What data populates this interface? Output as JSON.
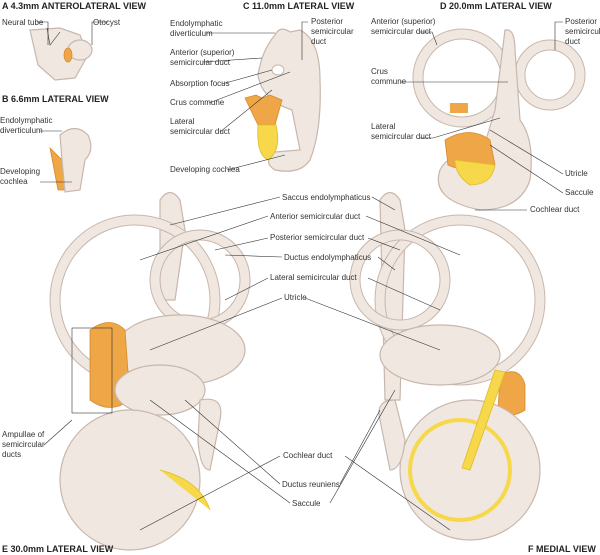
{
  "panels": {
    "A": {
      "title": "A   4.3mm ANTEROLATERAL VIEW",
      "labels": [
        "Neural tube",
        "Otocyst"
      ]
    },
    "B": {
      "title": "B   6.6mm LATERAL VIEW",
      "labels": [
        "Endolymphatic",
        "diverticulum",
        "Developing",
        "cochlea"
      ]
    },
    "C": {
      "title": "C   11.0mm LATERAL VIEW",
      "labels": [
        "Endolymphatic",
        "diverticulum",
        "Anterior (superior)",
        "semicircular duct",
        "Absorption focus",
        "Crus commune",
        "Lateral",
        "semicircular duct",
        "Developing cochlea",
        "Posterior",
        "semicircular",
        "duct"
      ]
    },
    "D": {
      "title": "D   20.0mm LATERAL VIEW",
      "labels": [
        "Anterior (superior)",
        "semicircular duct",
        "Posterior",
        "semicircular",
        "duct",
        "Crus",
        "commune",
        "Lateral",
        "semicircular duct",
        "Utricle",
        "Saccule",
        "Cochlear duct"
      ]
    },
    "E": {
      "title": "E   30.0mm LATERAL VIEW",
      "labels": [
        "Ampullae of",
        "semicircular",
        "ducts"
      ]
    },
    "F": {
      "title": "F   MEDIAL VIEW"
    }
  },
  "shared_labels": [
    "Saccus endolymphaticus",
    "Anterior semicircular duct",
    "Posterior semicircular duct",
    "Ductus endolymphaticus",
    "Lateral semicircular duct",
    "Utricle",
    "Cochlear duct",
    "Ductus reuniens",
    "Saccule"
  ],
  "colors": {
    "membrane": "#efe7e0",
    "orange": "#eea646",
    "yellow": "#f6d84a"
  }
}
